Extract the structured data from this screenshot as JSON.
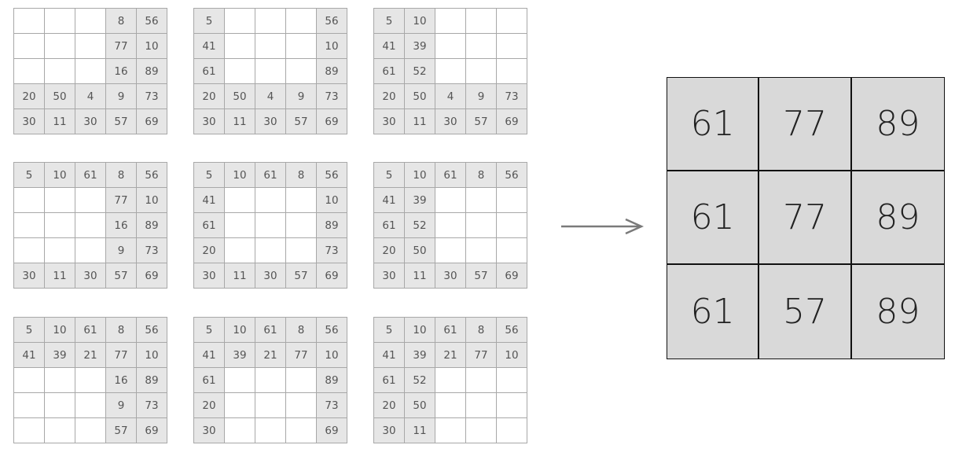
{
  "grids": [
    {
      "cells": [
        [
          "",
          "",
          "",
          "8",
          "56"
        ],
        [
          "",
          "",
          "",
          "77",
          "10"
        ],
        [
          "",
          "",
          "",
          "16",
          "89"
        ],
        [
          "20",
          "50",
          "4",
          "9",
          "73"
        ],
        [
          "30",
          "11",
          "30",
          "57",
          "69"
        ]
      ]
    },
    {
      "cells": [
        [
          "5",
          "",
          "",
          "",
          "56"
        ],
        [
          "41",
          "",
          "",
          "",
          "10"
        ],
        [
          "61",
          "",
          "",
          "",
          "89"
        ],
        [
          "20",
          "50",
          "4",
          "9",
          "73"
        ],
        [
          "30",
          "11",
          "30",
          "57",
          "69"
        ]
      ]
    },
    {
      "cells": [
        [
          "5",
          "10",
          "",
          "",
          ""
        ],
        [
          "41",
          "39",
          "",
          "",
          ""
        ],
        [
          "61",
          "52",
          "",
          "",
          ""
        ],
        [
          "20",
          "50",
          "4",
          "9",
          "73"
        ],
        [
          "30",
          "11",
          "30",
          "57",
          "69"
        ]
      ]
    },
    {
      "cells": [
        [
          "5",
          "10",
          "61",
          "8",
          "56"
        ],
        [
          "",
          "",
          "",
          "77",
          "10"
        ],
        [
          "",
          "",
          "",
          "16",
          "89"
        ],
        [
          "",
          "",
          "",
          "9",
          "73"
        ],
        [
          "30",
          "11",
          "30",
          "57",
          "69"
        ]
      ]
    },
    {
      "cells": [
        [
          "5",
          "10",
          "61",
          "8",
          "56"
        ],
        [
          "41",
          "",
          "",
          "",
          "10"
        ],
        [
          "61",
          "",
          "",
          "",
          "89"
        ],
        [
          "20",
          "",
          "",
          "",
          "73"
        ],
        [
          "30",
          "11",
          "30",
          "57",
          "69"
        ]
      ]
    },
    {
      "cells": [
        [
          "5",
          "10",
          "61",
          "8",
          "56"
        ],
        [
          "41",
          "39",
          "",
          "",
          ""
        ],
        [
          "61",
          "52",
          "",
          "",
          ""
        ],
        [
          "20",
          "50",
          "",
          "",
          ""
        ],
        [
          "30",
          "11",
          "30",
          "57",
          "69"
        ]
      ]
    },
    {
      "cells": [
        [
          "5",
          "10",
          "61",
          "8",
          "56"
        ],
        [
          "41",
          "39",
          "21",
          "77",
          "10"
        ],
        [
          "",
          "",
          "",
          "16",
          "89"
        ],
        [
          "",
          "",
          "",
          "9",
          "73"
        ],
        [
          "",
          "",
          "",
          "57",
          "69"
        ]
      ]
    },
    {
      "cells": [
        [
          "5",
          "10",
          "61",
          "8",
          "56"
        ],
        [
          "41",
          "39",
          "21",
          "77",
          "10"
        ],
        [
          "61",
          "",
          "",
          "",
          "89"
        ],
        [
          "20",
          "",
          "",
          "",
          "73"
        ],
        [
          "30",
          "",
          "",
          "",
          "69"
        ]
      ]
    },
    {
      "cells": [
        [
          "5",
          "10",
          "61",
          "8",
          "56"
        ],
        [
          "41",
          "39",
          "21",
          "77",
          "10"
        ],
        [
          "61",
          "52",
          "",
          "",
          ""
        ],
        [
          "20",
          "50",
          "",
          "",
          ""
        ],
        [
          "30",
          "11",
          "",
          "",
          ""
        ]
      ]
    }
  ],
  "result": [
    [
      "61",
      "77",
      "89"
    ],
    [
      "61",
      "77",
      "89"
    ],
    [
      "61",
      "57",
      "89"
    ]
  ],
  "colors": {
    "filled_cell": "#e6e6e6",
    "empty_cell": "#ffffff",
    "grid_border": "#a8a8a8",
    "result_fill": "#d9d9d9",
    "result_border": "#111111",
    "arrow": "#7a7a7a"
  }
}
